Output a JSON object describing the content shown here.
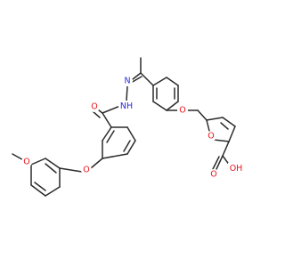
{
  "atom_labels": {
    "O_methoxy": "O",
    "O_benzyl_ether": "O",
    "O_amide": "O",
    "NH": "NH",
    "N": "N",
    "O_phenoxy": "O",
    "O_furan": "O",
    "O_carbonyl": "O",
    "OH": "OH"
  },
  "colors": {
    "bond": "#2b2b2b",
    "oxygen": "#e8141b",
    "nitrogen": "#2b2bd8"
  }
}
